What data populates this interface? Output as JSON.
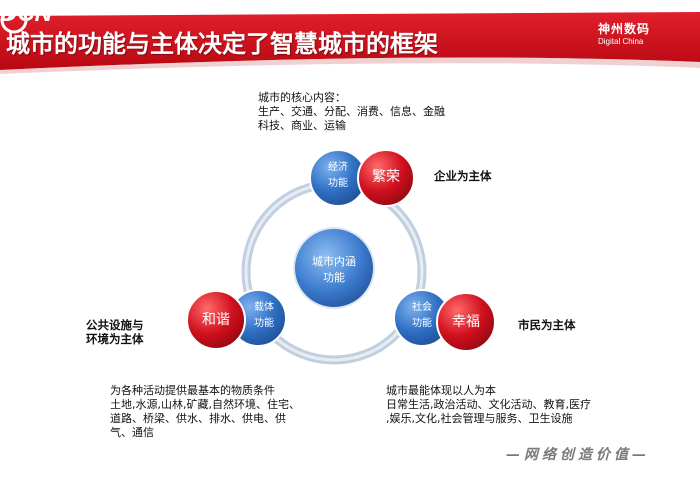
{
  "header": {
    "title": "城市的功能与主体决定了智慧城市的框架",
    "logo_dcn": "DCN",
    "logo_dc_cn": "神州数码",
    "logo_dc_en": "Digital China"
  },
  "core_content": {
    "title": "城市的核心内容：",
    "line1": "生产、交通、分配、消费、信息、金融",
    "line2": "科技、商业、运输"
  },
  "center": {
    "line1": "城市内涵",
    "line2": "功能"
  },
  "nodes": {
    "economy": {
      "line1": "经济",
      "line2": "功能",
      "badge": "繁荣",
      "subject": "企业为主体"
    },
    "carrier": {
      "line1": "载体",
      "line2": "功能",
      "badge": "和谐",
      "subject_line1": "公共设施与",
      "subject_line2": "环境为主体"
    },
    "society": {
      "line1": "社会",
      "line2": "功能",
      "badge": "幸福",
      "subject": "市民为主体"
    }
  },
  "carrier_desc": {
    "line1": "为各种活动提供最基本的物质条件",
    "line2": "土地,水源,山林,矿藏,自然环境、住宅、",
    "line3": "道路、桥梁、供水、排水、供电、供",
    "line4": "气、通信"
  },
  "society_desc": {
    "line1": "城市最能体现以人为本",
    "line2": "日常生活,政治活动、文化活动、教育,医疗",
    "line3": ",娱乐,文化,社会管理与服务、卫生设施"
  },
  "footer": {
    "slogan": "—网络创造价值—"
  },
  "colors": {
    "red": "#d0101e",
    "blue": "#2f6fc4",
    "ring": "#b9c7d8"
  }
}
